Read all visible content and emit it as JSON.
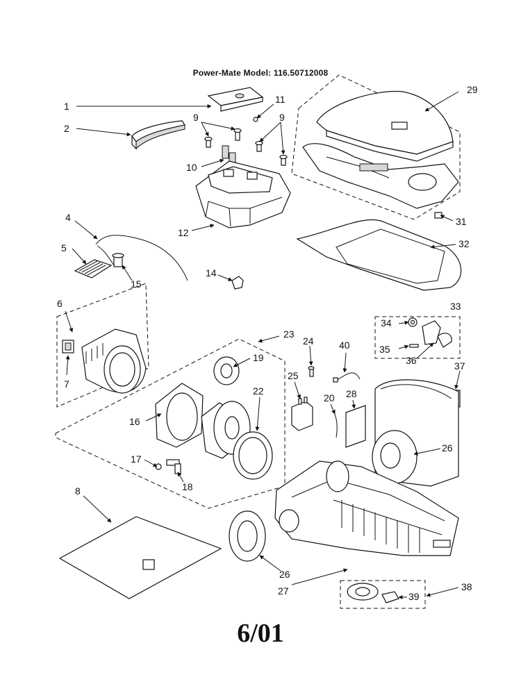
{
  "header": {
    "title": "Power-Mate Model: 116.50712008"
  },
  "footer": {
    "date_code": "6/01"
  },
  "callouts": [
    "1",
    "2",
    "9",
    "10",
    "11",
    "9",
    "29",
    "4",
    "5",
    "15",
    "12",
    "31",
    "32",
    "14",
    "6",
    "7",
    "33",
    "34",
    "35",
    "36",
    "23",
    "24",
    "40",
    "19",
    "25",
    "37",
    "22",
    "28",
    "20",
    "16",
    "26",
    "17",
    "18",
    "8",
    "26",
    "27",
    "38",
    "39"
  ]
}
